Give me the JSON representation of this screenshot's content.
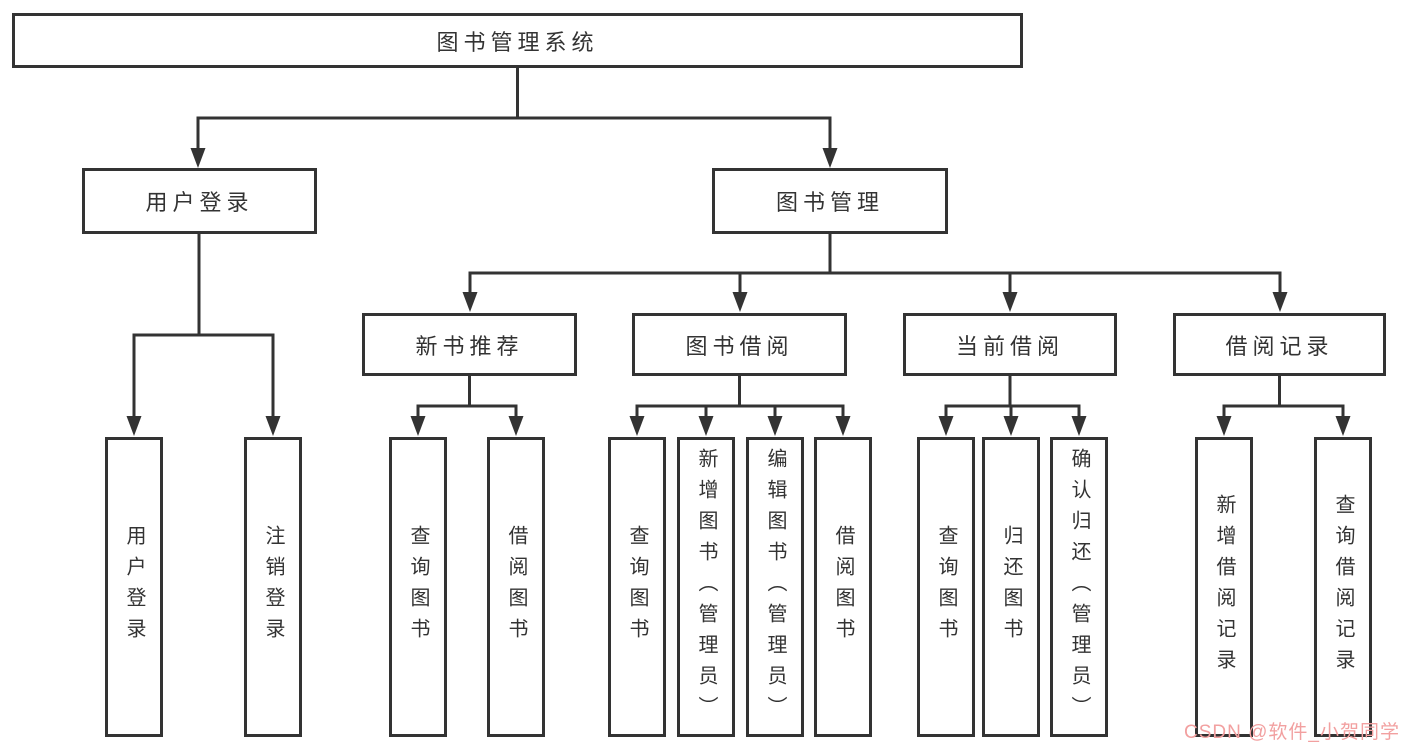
{
  "diagram": {
    "type": "tree",
    "line_color": "#333333",
    "box_background": "#ffffff",
    "text_color": "#333333",
    "root": {
      "label": "图书管理系统"
    },
    "level2": [
      {
        "label": "用户登录",
        "parent": "图书管理系统"
      },
      {
        "label": "图书管理",
        "parent": "图书管理系统"
      }
    ],
    "level3": [
      {
        "label": "新书推荐",
        "parent": "图书管理"
      },
      {
        "label": "图书借阅",
        "parent": "图书管理"
      },
      {
        "label": "当前借阅",
        "parent": "图书管理"
      },
      {
        "label": "借阅记录",
        "parent": "图书管理"
      }
    ],
    "leaves": [
      {
        "label": "用户登录",
        "parent": "用户登录"
      },
      {
        "label": "注销登录",
        "parent": "用户登录"
      },
      {
        "label": "查询图书",
        "parent": "新书推荐"
      },
      {
        "label": "借阅图书",
        "parent": "新书推荐"
      },
      {
        "label": "查询图书",
        "parent": "图书借阅"
      },
      {
        "label": "新增图书（管理员）",
        "parent": "图书借阅"
      },
      {
        "label": "编辑图书（管理员）",
        "parent": "图书借阅"
      },
      {
        "label": "借阅图书",
        "parent": "图书借阅"
      },
      {
        "label": "查询图书",
        "parent": "当前借阅"
      },
      {
        "label": "归还图书",
        "parent": "当前借阅"
      },
      {
        "label": "确认归还（管理员）",
        "parent": "当前借阅"
      },
      {
        "label": "新增借阅记录",
        "parent": "借阅记录"
      },
      {
        "label": "查询借阅记录",
        "parent": "借阅记录"
      }
    ]
  },
  "watermark": {
    "text": "CSDN @软件_小贺同学",
    "color": "#f2a0a0"
  }
}
